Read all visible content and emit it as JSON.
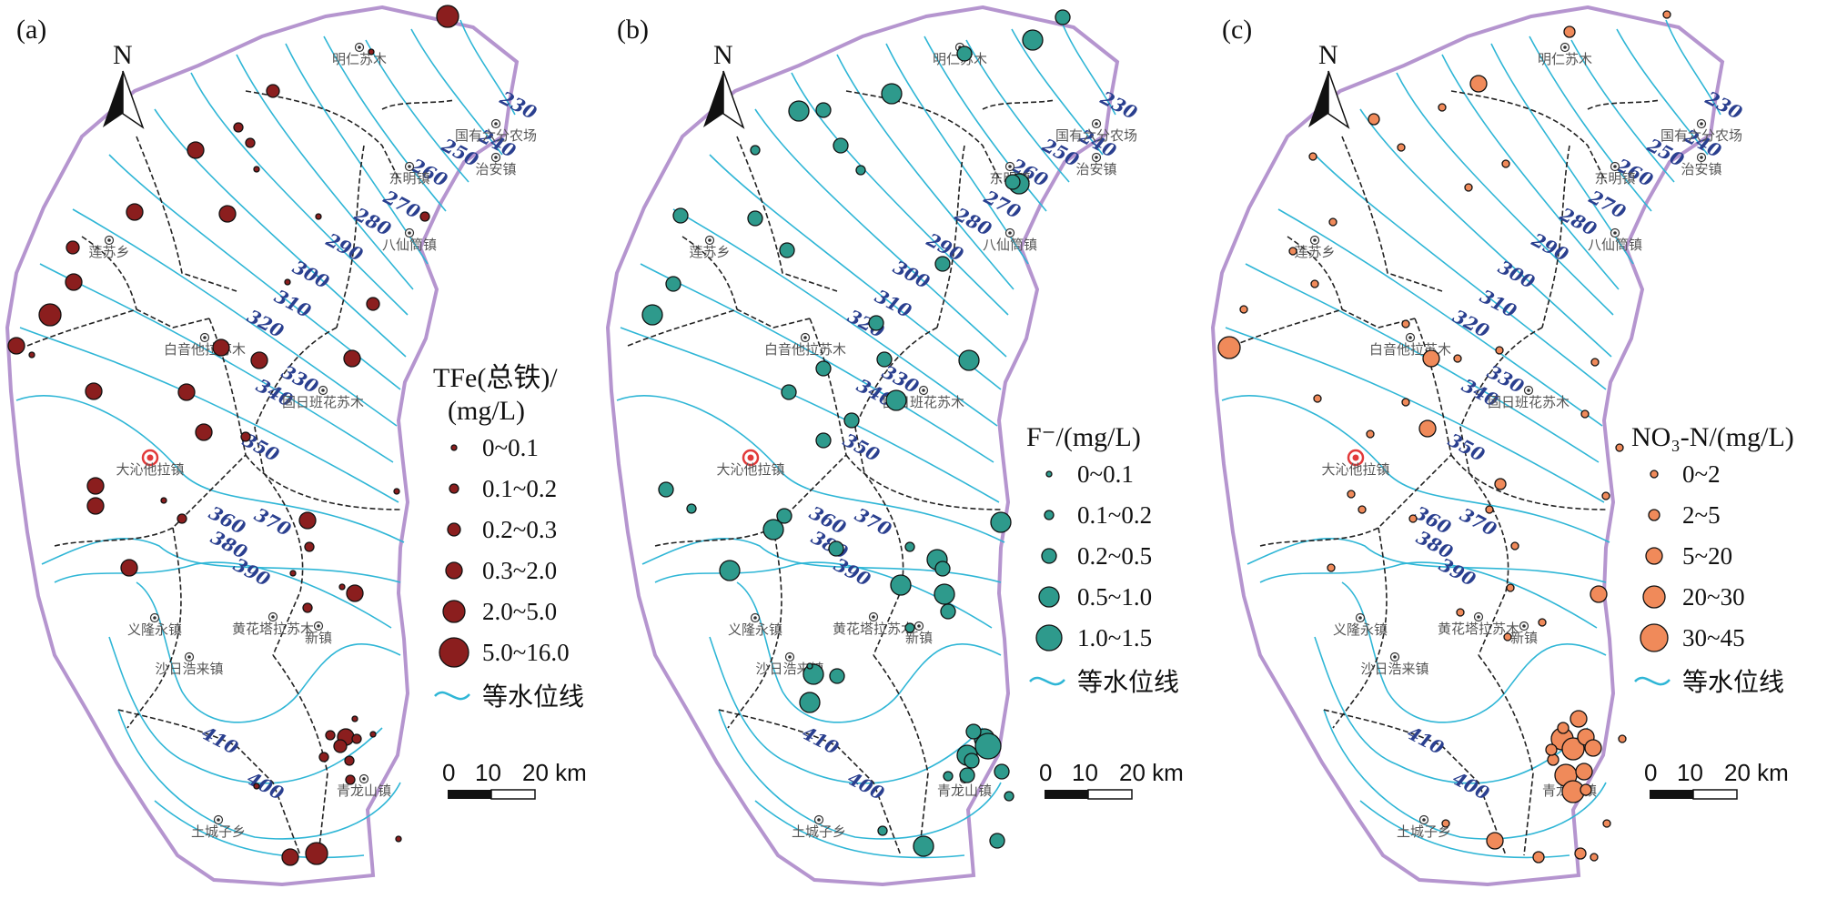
{
  "towns": [
    "明仁苏木",
    "国有六分农场",
    "治安镇",
    "东明镇",
    "八仙筒镇",
    "莲苏乡",
    "白音他拉苏木",
    "固日班花苏木",
    "大沁他拉镇",
    "义隆永镇",
    "黄花塔拉苏木",
    "新镇",
    "沙日浩来镇",
    "青龙山镇",
    "土城子乡"
  ],
  "contour_labels": [
    "230",
    "240",
    "250",
    "260",
    "270",
    "280",
    "290",
    "300",
    "310",
    "320",
    "330",
    "340",
    "350",
    "360",
    "370",
    "380",
    "390",
    "400",
    "410"
  ],
  "north": "N",
  "scale": {
    "t0": "0",
    "t1": "10",
    "t2": "20 km"
  },
  "legend_line": "等水位线",
  "colors": {
    "boundary": "#b595cf",
    "contour": "#2fb6d6",
    "admin": "#222222",
    "iron": "#8b1e1e",
    "fluoride": "#2e9a8c",
    "nitrate": "#f08a5a"
  },
  "panels": [
    {
      "label": "(a)",
      "color": "#8b1e1e",
      "title_line1": "TFe(总铁)/",
      "title_line2": "(mg/L)",
      "classes": [
        "0~0.1",
        "0.1~0.2",
        "0.2~0.3",
        "0.3~2.0",
        "2.0~5.0",
        "5.0~16.0"
      ]
    },
    {
      "label": "(b)",
      "color": "#2e9a8c",
      "title_line1": "F⁻/(mg/L)",
      "title_line2": "",
      "classes": [
        "0~0.1",
        "0.1~0.2",
        "0.2~0.5",
        "0.5~1.0",
        "1.0~1.5"
      ]
    },
    {
      "label": "(c)",
      "color": "#f08a5a",
      "title_line1": "NO₃-N/(mg/L)",
      "title_line2": "",
      "classes": [
        "0~2",
        "2~5",
        "5~20",
        "20~30",
        "30~45"
      ]
    }
  ]
}
